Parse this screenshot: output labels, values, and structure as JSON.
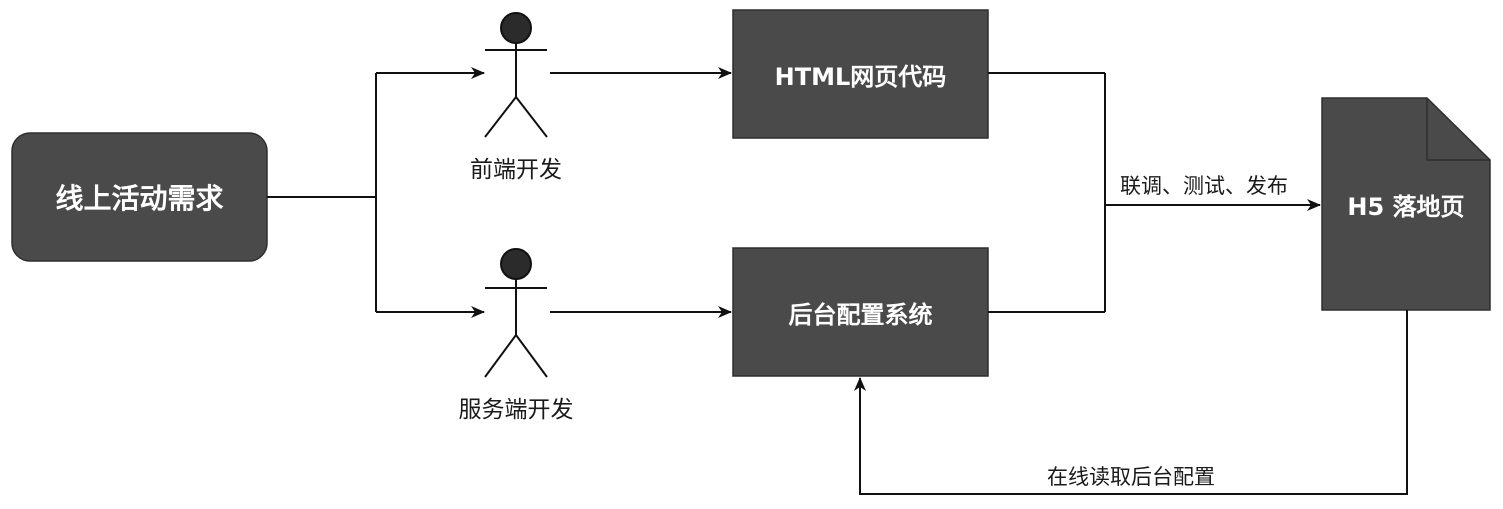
{
  "nodes": {
    "requirement": "线上活动需求",
    "html_code": "HTML网页代码",
    "backend_system": "后台配置系统",
    "landing_page": "H5 落地页"
  },
  "actors": {
    "frontend": "前端开发",
    "backend": "服务端开发"
  },
  "edge_labels": {
    "integrate_publish": "联调、测试、发布",
    "read_config": "在线读取后台配置"
  },
  "colors": {
    "node_fill": "#4a4a4a",
    "node_stroke": "#2e2e2e",
    "line": "#111111",
    "text_on_node": "#ffffff",
    "text": "#1a1a1a"
  }
}
